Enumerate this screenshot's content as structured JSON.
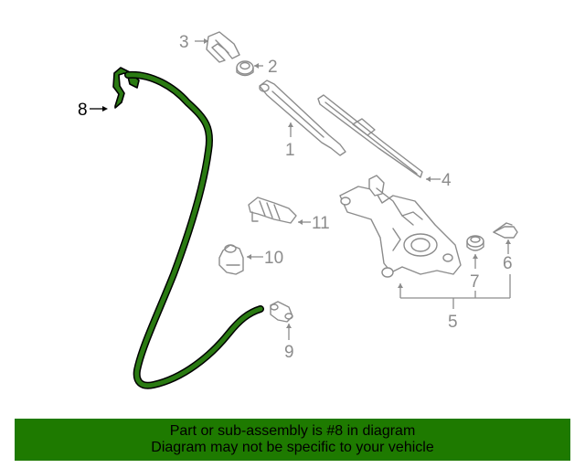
{
  "diagram": {
    "callouts": [
      {
        "id": "1",
        "label": "1"
      },
      {
        "id": "2",
        "label": "2"
      },
      {
        "id": "3",
        "label": "3"
      },
      {
        "id": "4",
        "label": "4"
      },
      {
        "id": "5",
        "label": "5"
      },
      {
        "id": "6",
        "label": "6"
      },
      {
        "id": "7",
        "label": "7"
      },
      {
        "id": "8",
        "label": "8"
      },
      {
        "id": "9",
        "label": "9"
      },
      {
        "id": "10",
        "label": "10"
      },
      {
        "id": "11",
        "label": "11"
      }
    ],
    "highlighted_part": "8",
    "colors": {
      "highlight": "#1e7a00",
      "part_lines": "#8c8c8c",
      "active_label": "#000000",
      "banner": "#1e7a00"
    }
  },
  "banner": {
    "line1": "Part or sub-assembly is #8 in diagram",
    "line2": "Diagram may not be specific to your vehicle"
  }
}
